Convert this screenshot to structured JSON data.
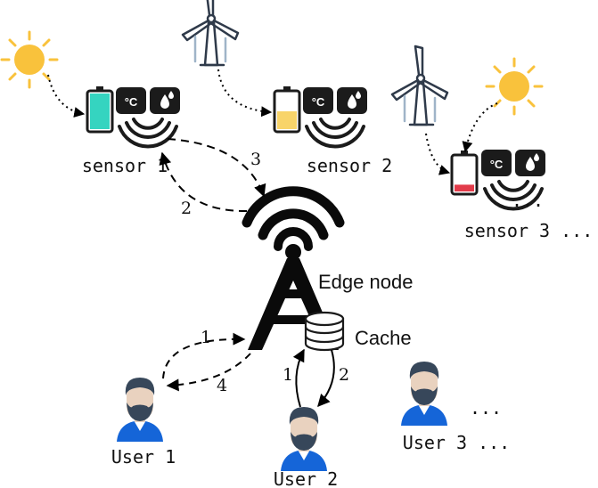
{
  "sensors": [
    {
      "label": "sensor 1",
      "battery_level": 1.0,
      "source": "sun-icon"
    },
    {
      "label": "sensor 2",
      "battery_level": 0.5,
      "source": "wind-turbine-icon"
    },
    {
      "label": "sensor 3 ...",
      "battery_level": 0.2,
      "sources": [
        "wind-turbine-icon",
        "sun-icon"
      ]
    }
  ],
  "sensor_extra": "...",
  "edge_node": {
    "label": "Edge node",
    "cache_label": "Cache"
  },
  "users": [
    {
      "label": "User 1"
    },
    {
      "label": "User 2"
    },
    {
      "label": "User 3 ..."
    }
  ],
  "user_extra": "...",
  "sensor_glyphs": {
    "temperature": "°C"
  },
  "steps": {
    "sensor_to_edge": "3",
    "edge_to_sensor": "2",
    "user1_to_edge": "1",
    "edge_to_user1": "4",
    "user2_to_cache": "1",
    "cache_to_user2": "2"
  },
  "colors": {
    "battery_full": "#35d4c0",
    "battery_half": "#f8d46a",
    "battery_low": "#e23b4a",
    "sun": "#f9c23c",
    "user_shirt": "#1565d8",
    "user_hair": "#37475a",
    "turbine_stroke": "#2f3a4a"
  }
}
